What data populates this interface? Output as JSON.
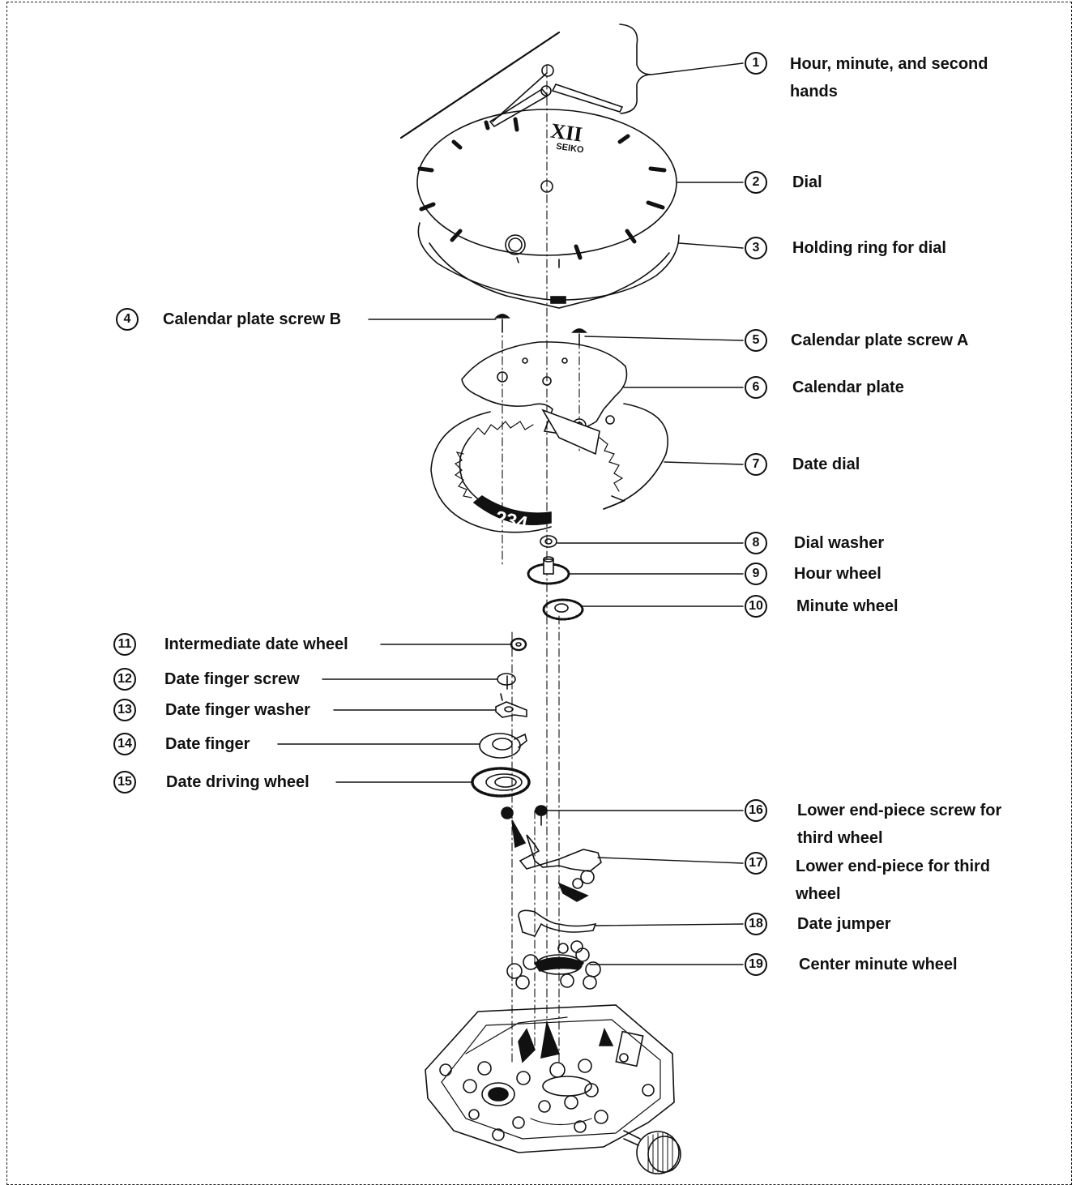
{
  "parts": [
    {
      "n": "1",
      "label": "Hour, minute, and second hands"
    },
    {
      "n": "2",
      "label": "Dial"
    },
    {
      "n": "3",
      "label": "Holding ring for dial"
    },
    {
      "n": "4",
      "label": "Calendar plate screw B"
    },
    {
      "n": "5",
      "label": "Calendar plate screw A"
    },
    {
      "n": "6",
      "label": "Calendar plate"
    },
    {
      "n": "7",
      "label": "Date dial"
    },
    {
      "n": "8",
      "label": "Dial washer"
    },
    {
      "n": "9",
      "label": "Hour wheel"
    },
    {
      "n": "10",
      "label": "Minute wheel"
    },
    {
      "n": "11",
      "label": "Intermediate date wheel"
    },
    {
      "n": "12",
      "label": "Date finger screw"
    },
    {
      "n": "13",
      "label": "Date finger washer"
    },
    {
      "n": "14",
      "label": "Date finger"
    },
    {
      "n": "15",
      "label": "Date driving wheel"
    },
    {
      "n": "16",
      "label": "Lower end-piece screw for third wheel"
    },
    {
      "n": "17",
      "label": "Lower end-piece for third wheel"
    },
    {
      "n": "18",
      "label": "Date jumper"
    },
    {
      "n": "19",
      "label": "Center minute wheel"
    }
  ],
  "dial_text": {
    "mark": "XII",
    "brand": "SEIKO"
  },
  "date_digits": "234"
}
